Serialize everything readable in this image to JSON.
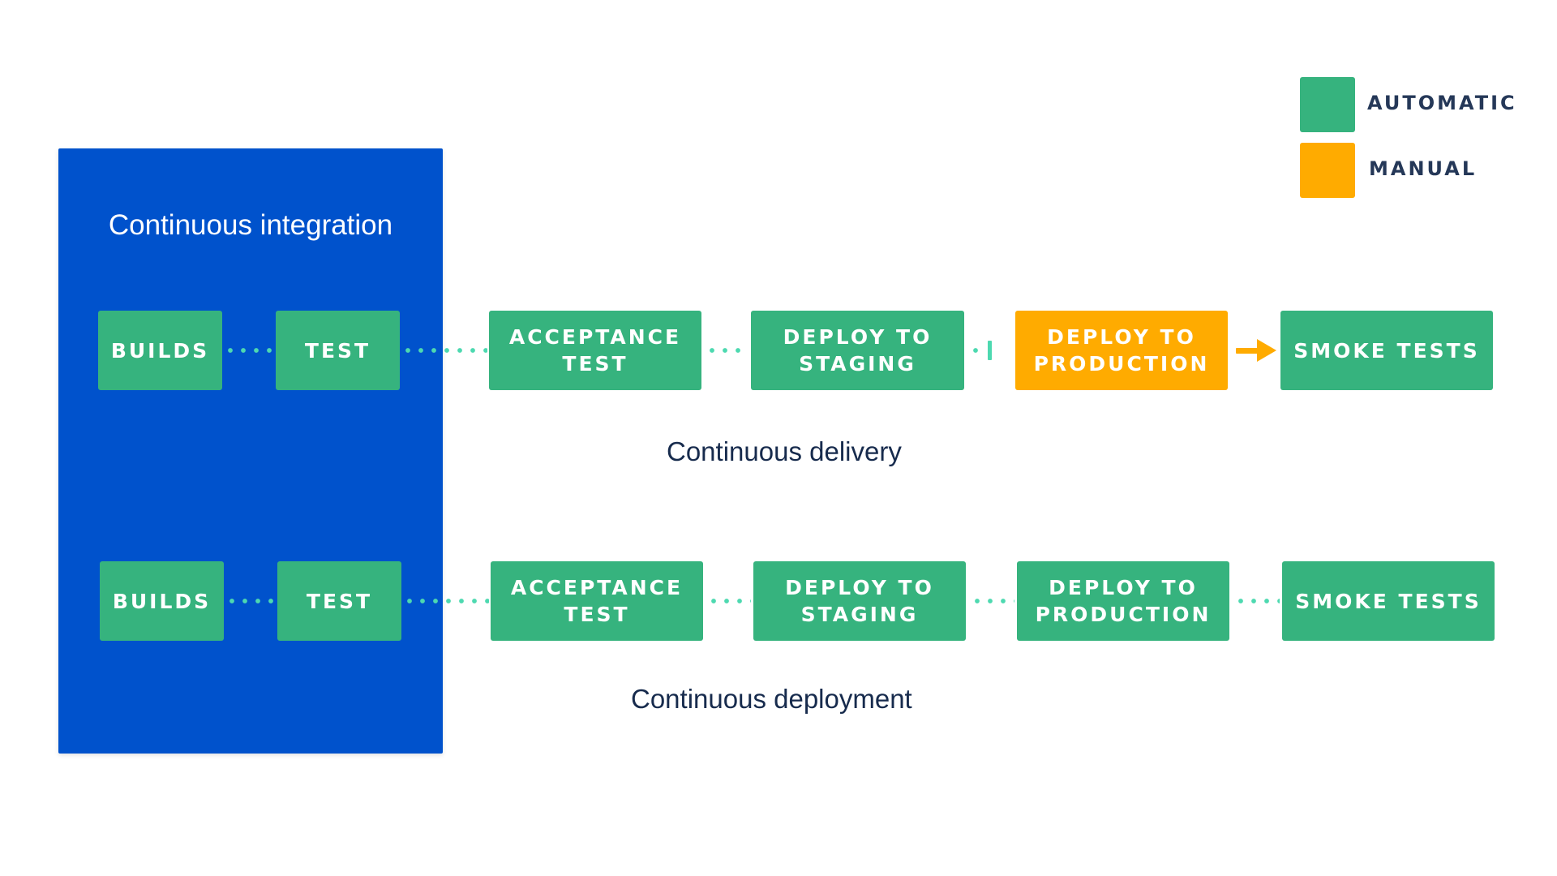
{
  "colors": {
    "automatic": "#36b37e",
    "manual": "#ffab00",
    "ci_panel": "#0052cc",
    "connector": "#4dd9b0",
    "text_dark": "#172b4d"
  },
  "legend": {
    "automatic_label": "AUTOMATIC",
    "manual_label": "MANUAL"
  },
  "ci": {
    "title": "Continuous integration"
  },
  "delivery": {
    "label": "Continuous delivery",
    "steps": [
      {
        "label": "BUILDS",
        "type": "automatic"
      },
      {
        "label": "TEST",
        "type": "automatic"
      },
      {
        "label": "ACCEPTANCE\nTEST",
        "type": "automatic"
      },
      {
        "label": "DEPLOY TO\nSTAGING",
        "type": "automatic"
      },
      {
        "label": "DEPLOY TO\nPRODUCTION",
        "type": "manual"
      },
      {
        "label": "SMOKE TESTS",
        "type": "automatic"
      }
    ]
  },
  "deployment": {
    "label": "Continuous deployment",
    "steps": [
      {
        "label": "BUILDS",
        "type": "automatic"
      },
      {
        "label": "TEST",
        "type": "automatic"
      },
      {
        "label": "ACCEPTANCE\nTEST",
        "type": "automatic"
      },
      {
        "label": "DEPLOY TO\nSTAGING",
        "type": "automatic"
      },
      {
        "label": "DEPLOY TO\nPRODUCTION",
        "type": "automatic"
      },
      {
        "label": "SMOKE TESTS",
        "type": "automatic"
      }
    ]
  }
}
